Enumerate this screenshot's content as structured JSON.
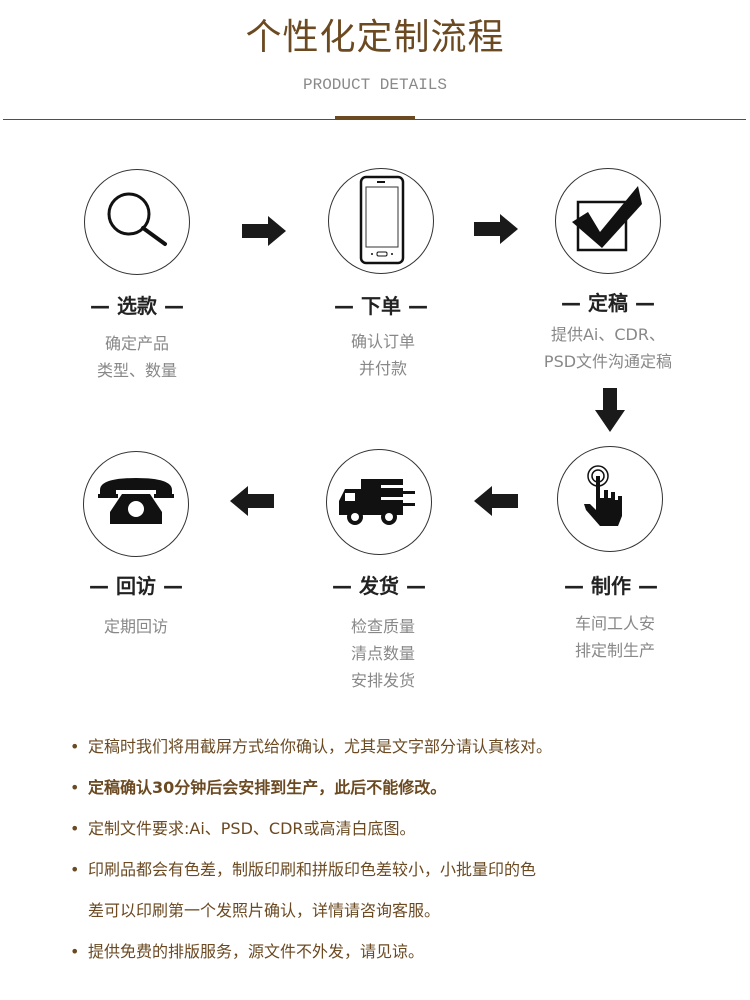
{
  "header": {
    "title": "个性化定制流程",
    "subtitle": "PRODUCT DETAILS"
  },
  "colors": {
    "brand": "#6b4a22",
    "text_dark": "#222222",
    "text_muted": "#888888"
  },
  "steps": [
    {
      "icon": "magnifier-icon",
      "label": "— 选款 —",
      "desc": [
        "确定产品",
        "类型、数量"
      ]
    },
    {
      "icon": "smartphone-icon",
      "label": "— 下单 —",
      "desc": [
        "确认订单",
        "并付款"
      ]
    },
    {
      "icon": "checkbox-check-icon",
      "label": "— 定稿 —",
      "desc": [
        "提供Ai、CDR、",
        "PSD文件沟通定稿"
      ]
    },
    {
      "icon": "hand-tap-icon",
      "label": "— 制作 —",
      "desc": [
        "车间工人安",
        "排定制生产"
      ]
    },
    {
      "icon": "delivery-truck-icon",
      "label": "— 发货 —",
      "desc": [
        "检查质量",
        "清点数量",
        "安排发货"
      ]
    },
    {
      "icon": "telephone-icon",
      "label": "— 回访 —",
      "desc": [
        "定期回访"
      ]
    }
  ],
  "notes": [
    {
      "bullet": "•",
      "text": "定稿时我们将用截屏方式给你确认，尤其是文字部分请认真核对。"
    },
    {
      "bullet": "•",
      "text": "定稿确认30分钟后会安排到生产，此后不能修改。"
    },
    {
      "bullet": "•",
      "text": "定制文件要求:Ai、PSD、CDR或高清白底图。"
    },
    {
      "bullet": "•",
      "text": "印刷品都会有色差，制版印刷和拼版印色差较小，小批量印的色",
      "text2": "差可以印刷第一个发照片确认，详情请咨询客服。"
    },
    {
      "bullet": "•",
      "text": "提供免费的排版服务，源文件不外发，请见谅。"
    }
  ]
}
